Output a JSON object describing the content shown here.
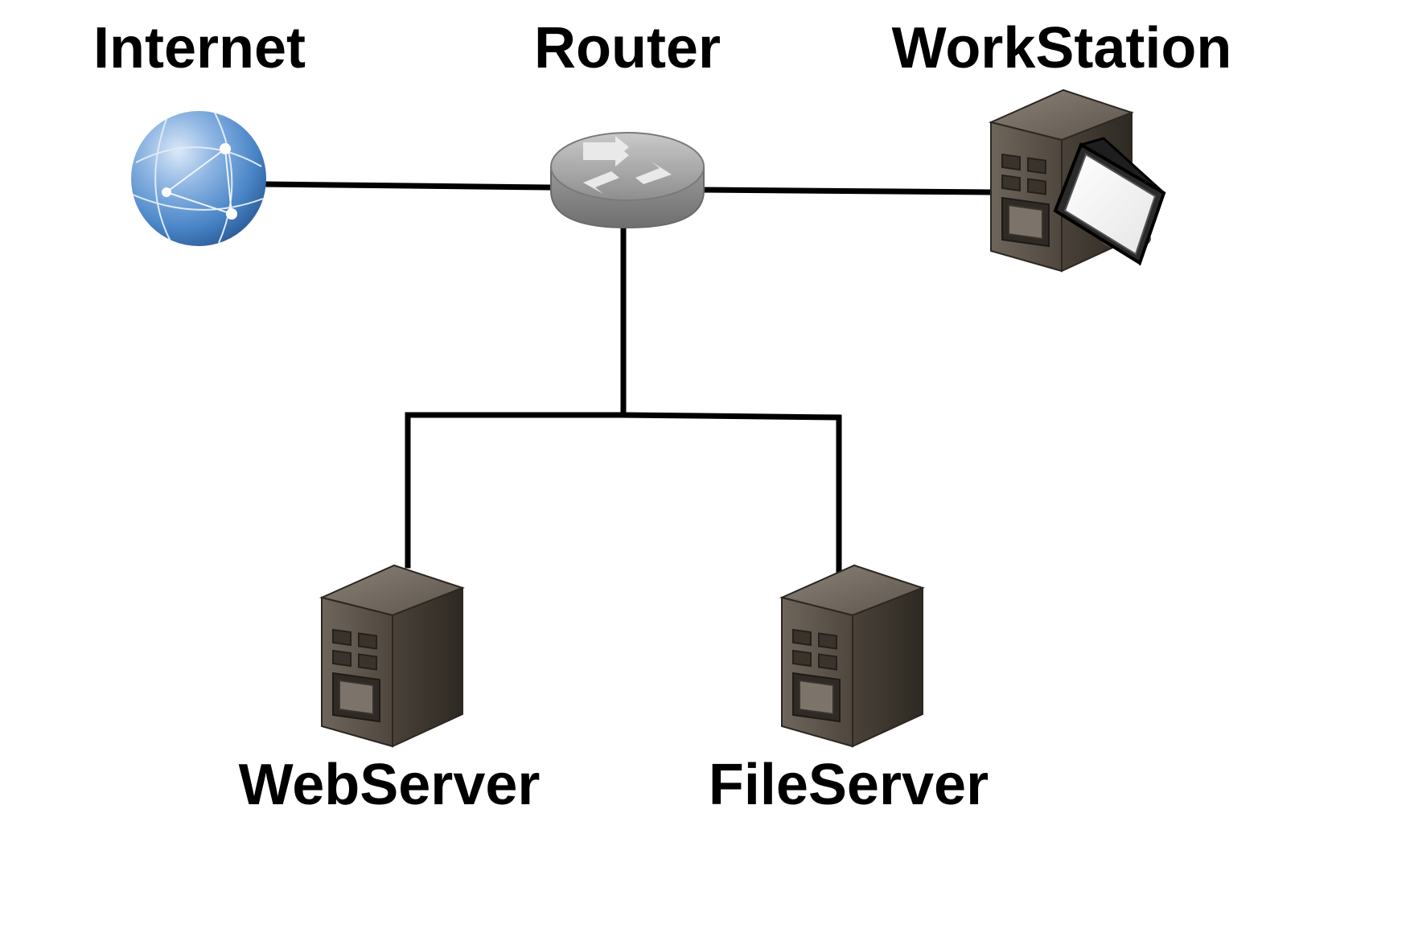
{
  "nodes": {
    "internet": {
      "label": "Internet",
      "icon": "globe-icon"
    },
    "router": {
      "label": "Router",
      "icon": "router-icon"
    },
    "workstation": {
      "label": "WorkStation",
      "icon": "workstation-icon"
    },
    "webserver": {
      "label": "WebServer",
      "icon": "server-icon"
    },
    "fileserver": {
      "label": "FileServer",
      "icon": "server-icon"
    }
  },
  "links": [
    {
      "from": "Internet",
      "to": "Router"
    },
    {
      "from": "Router",
      "to": "WorkStation"
    },
    {
      "from": "Router",
      "to": "WebServer"
    },
    {
      "from": "Router",
      "to": "FileServer"
    }
  ],
  "colors": {
    "link": "#000000",
    "globe": "#4a86c8",
    "router": "#8a8a8a",
    "server": "#4a4239"
  }
}
